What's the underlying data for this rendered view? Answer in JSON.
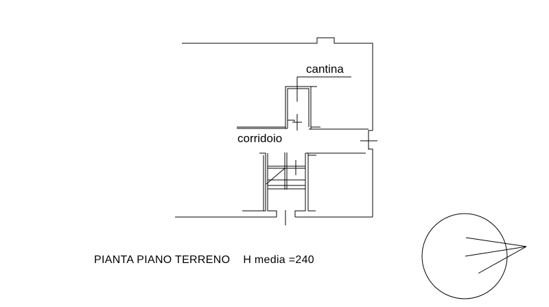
{
  "plan": {
    "rooms": [
      "cantina",
      "corridoio"
    ],
    "title": "PIANTA PIANO TERRENO    H media =240"
  },
  "colors": {
    "line": "#000000",
    "background": "#ffffff"
  }
}
